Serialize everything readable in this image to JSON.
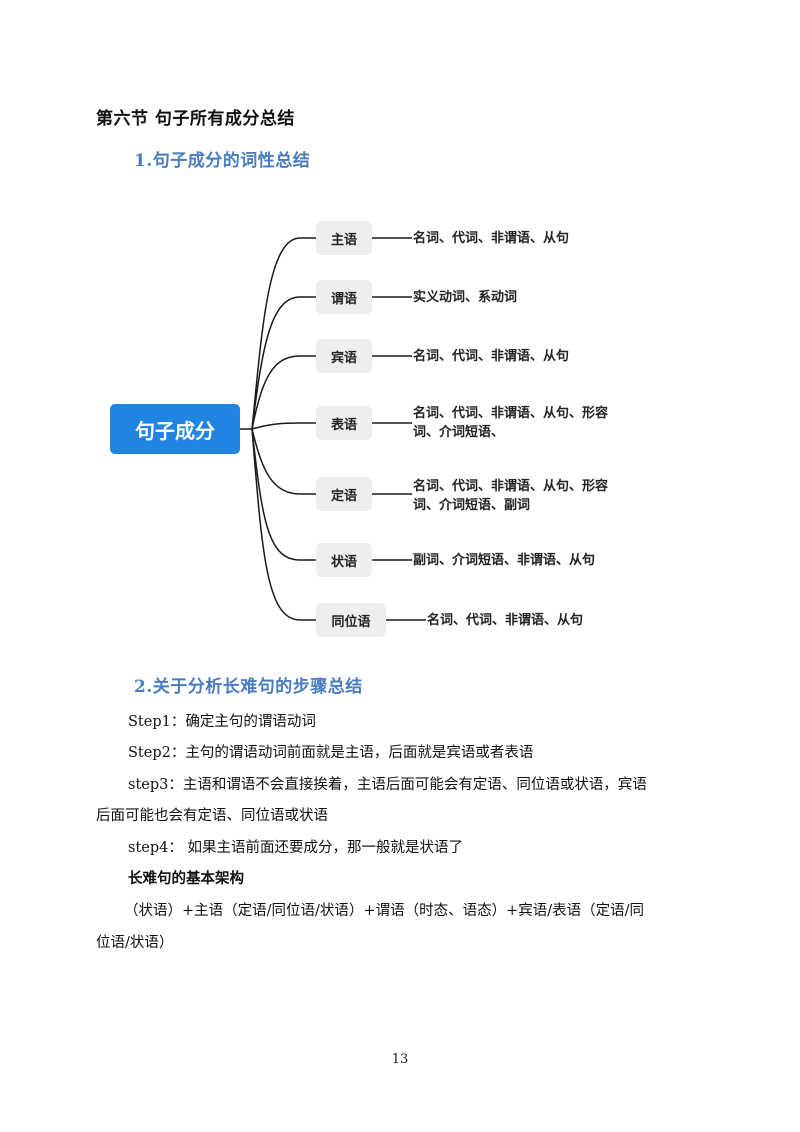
{
  "section_title": "第六节 句子所有成分总结",
  "subsection1": {
    "title": "1.句子成分的词性总结"
  },
  "mindmap": {
    "root": "句子成分",
    "branches": [
      {
        "label": "主语",
        "detail_line1": "名词、代词、非谓语、从句",
        "detail_line2": ""
      },
      {
        "label": "谓语",
        "detail_line1": "实义动词、系动词",
        "detail_line2": ""
      },
      {
        "label": "宾语",
        "detail_line1": "名词、代词、非谓语、从句",
        "detail_line2": ""
      },
      {
        "label": "表语",
        "detail_line1": "名词、代词、非谓语、从句、形容",
        "detail_line2": "词、介词短语、"
      },
      {
        "label": "定语",
        "detail_line1": "名词、代词、非谓语、从句、形容",
        "detail_line2": "词、介词短语、副词"
      },
      {
        "label": "状语",
        "detail_line1": "副词、介词短语、非谓语、从句",
        "detail_line2": ""
      },
      {
        "label": "同位语",
        "detail_line1": "名词、代词、非谓语、从句",
        "detail_line2": ""
      }
    ]
  },
  "subsection2": {
    "title": "2.关于分析长难句的步骤总结",
    "steps": [
      "Step1：确定主句的谓语动词",
      "Step2：主句的谓语动词前面就是主语，后面就是宾语或者表语",
      "step3：主语和谓语不会直接挨着，主语后面可能会有定语、同位语或状语，宾语",
      "后面可能也会有定语、同位语或状语",
      "step4： 如果主语前面还要成分，那一般就是状语了"
    ],
    "structure_heading": "长难句的基本架构",
    "structure_line1": "（状语）+主语（定语/同位语/状语）+谓语（时态、语态）+宾语/表语（定语/同",
    "structure_line2": "位语/状语）"
  },
  "page_number": "13",
  "colors": {
    "heading_blue": "#4a7cc0",
    "root_node_blue": "#2085e0",
    "node_gray": "#eeeeee"
  }
}
